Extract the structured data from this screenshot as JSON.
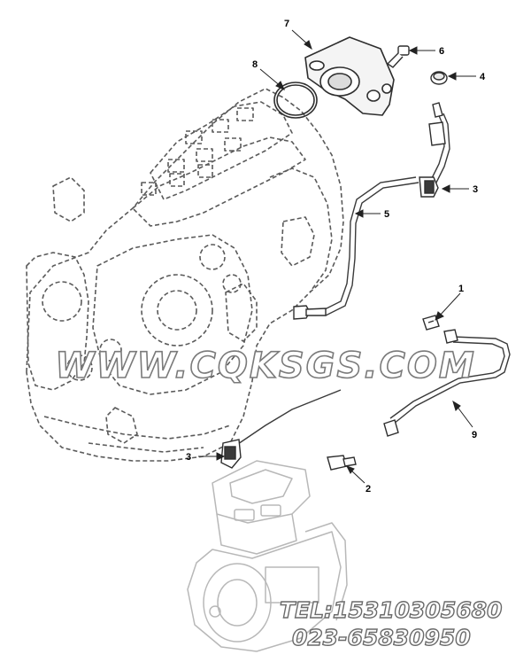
{
  "diagram": {
    "callouts": [
      {
        "id": "c7",
        "label": "7"
      },
      {
        "id": "c6",
        "label": "6"
      },
      {
        "id": "c8",
        "label": "8"
      },
      {
        "id": "c4",
        "label": "4"
      },
      {
        "id": "c3a",
        "label": "3"
      },
      {
        "id": "c5",
        "label": "5"
      },
      {
        "id": "c1",
        "label": "1"
      },
      {
        "id": "c9",
        "label": "9"
      },
      {
        "id": "c3b",
        "label": "3"
      },
      {
        "id": "c2",
        "label": "2"
      }
    ]
  },
  "watermark": {
    "site": "WWW.CQKSGS.COM",
    "tel": "TEL:15310305680",
    "phone": "023-65830950"
  },
  "colors": {
    "line": "#3a3a3a",
    "engine_line": "#5a5a5a",
    "compressor_line": "#b8b8b8",
    "watermark_fill": "#ffffff",
    "watermark_stroke": "#777777"
  }
}
